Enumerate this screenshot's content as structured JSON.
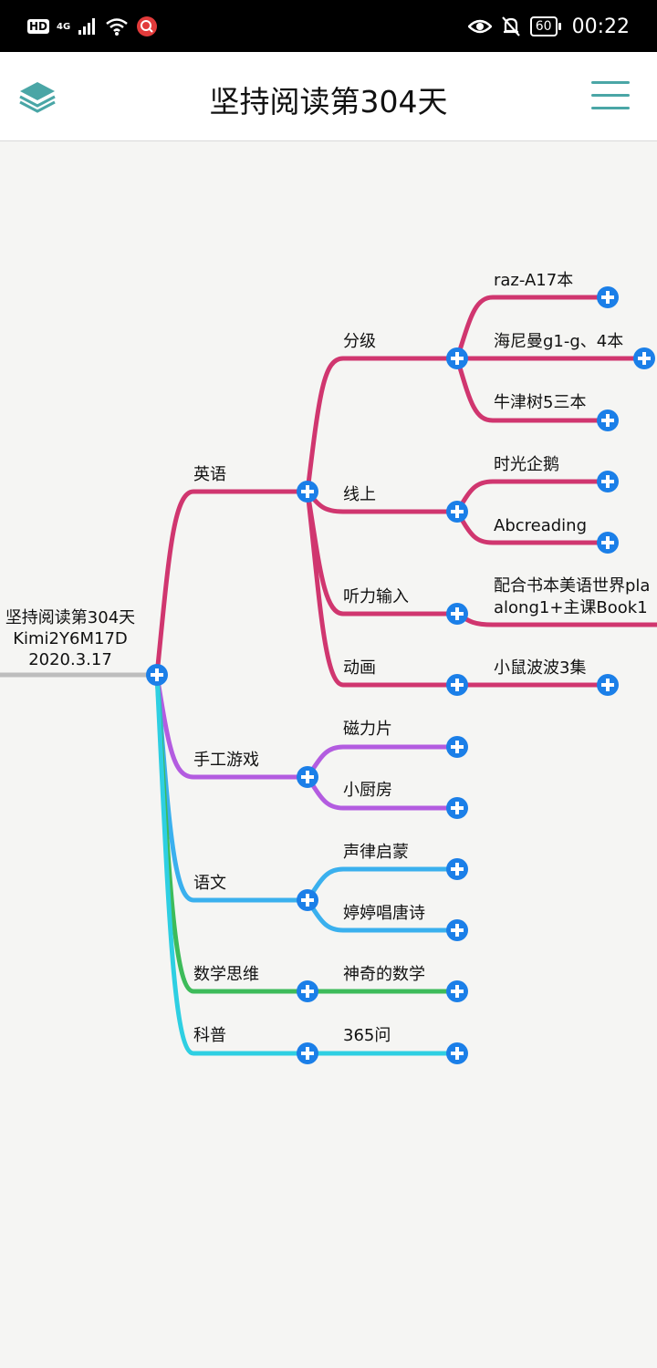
{
  "status_bar": {
    "hd": "HD",
    "network": "4G",
    "battery": "60",
    "time": "00:22",
    "icons": [
      "hd-icon",
      "signal-icon",
      "wifi-icon",
      "search-app-icon",
      "eye-icon",
      "bell-muted-icon",
      "battery-icon"
    ]
  },
  "header": {
    "title": "坚持阅读第304天",
    "left_icon": "layers-icon",
    "right_icon": "menu-icon",
    "accent": "#4aa6a6"
  },
  "mindmap": {
    "root": {
      "lines": [
        "坚持阅读第304天",
        "Kimi2Y6M17D",
        "2020.3.17"
      ]
    },
    "colors": {
      "root_link": "#bdbdbd",
      "english": "#d0366f",
      "craft": "#b35ce0",
      "chinese": "#3ab0ee",
      "math": "#3dbb5a",
      "science": "#2ecfe2",
      "expand_button": "#1b7fe8"
    },
    "english": {
      "label": "英语",
      "graded": {
        "label": "分级",
        "items": [
          "raz-A17本",
          "海尼曼g1-g、4本",
          "牛津树5三本"
        ]
      },
      "online": {
        "label": "线上",
        "items": [
          "时光企鹅",
          "Abcreading"
        ]
      },
      "listening": {
        "label": "听力输入",
        "item_line1": "配合书本美语世界pla",
        "item_line2": "along1+主课Book1"
      },
      "cartoon": {
        "label": "动画",
        "items": [
          "小鼠波波3集"
        ]
      }
    },
    "craft": {
      "label": "手工游戏",
      "items": [
        "磁力片",
        "小厨房"
      ]
    },
    "chinese": {
      "label": "语文",
      "items": [
        "声律启蒙",
        "婷婷唱唐诗"
      ]
    },
    "math": {
      "label": "数学思维",
      "items": [
        "神奇的数学"
      ]
    },
    "science": {
      "label": "科普",
      "items": [
        "365问"
      ]
    }
  }
}
